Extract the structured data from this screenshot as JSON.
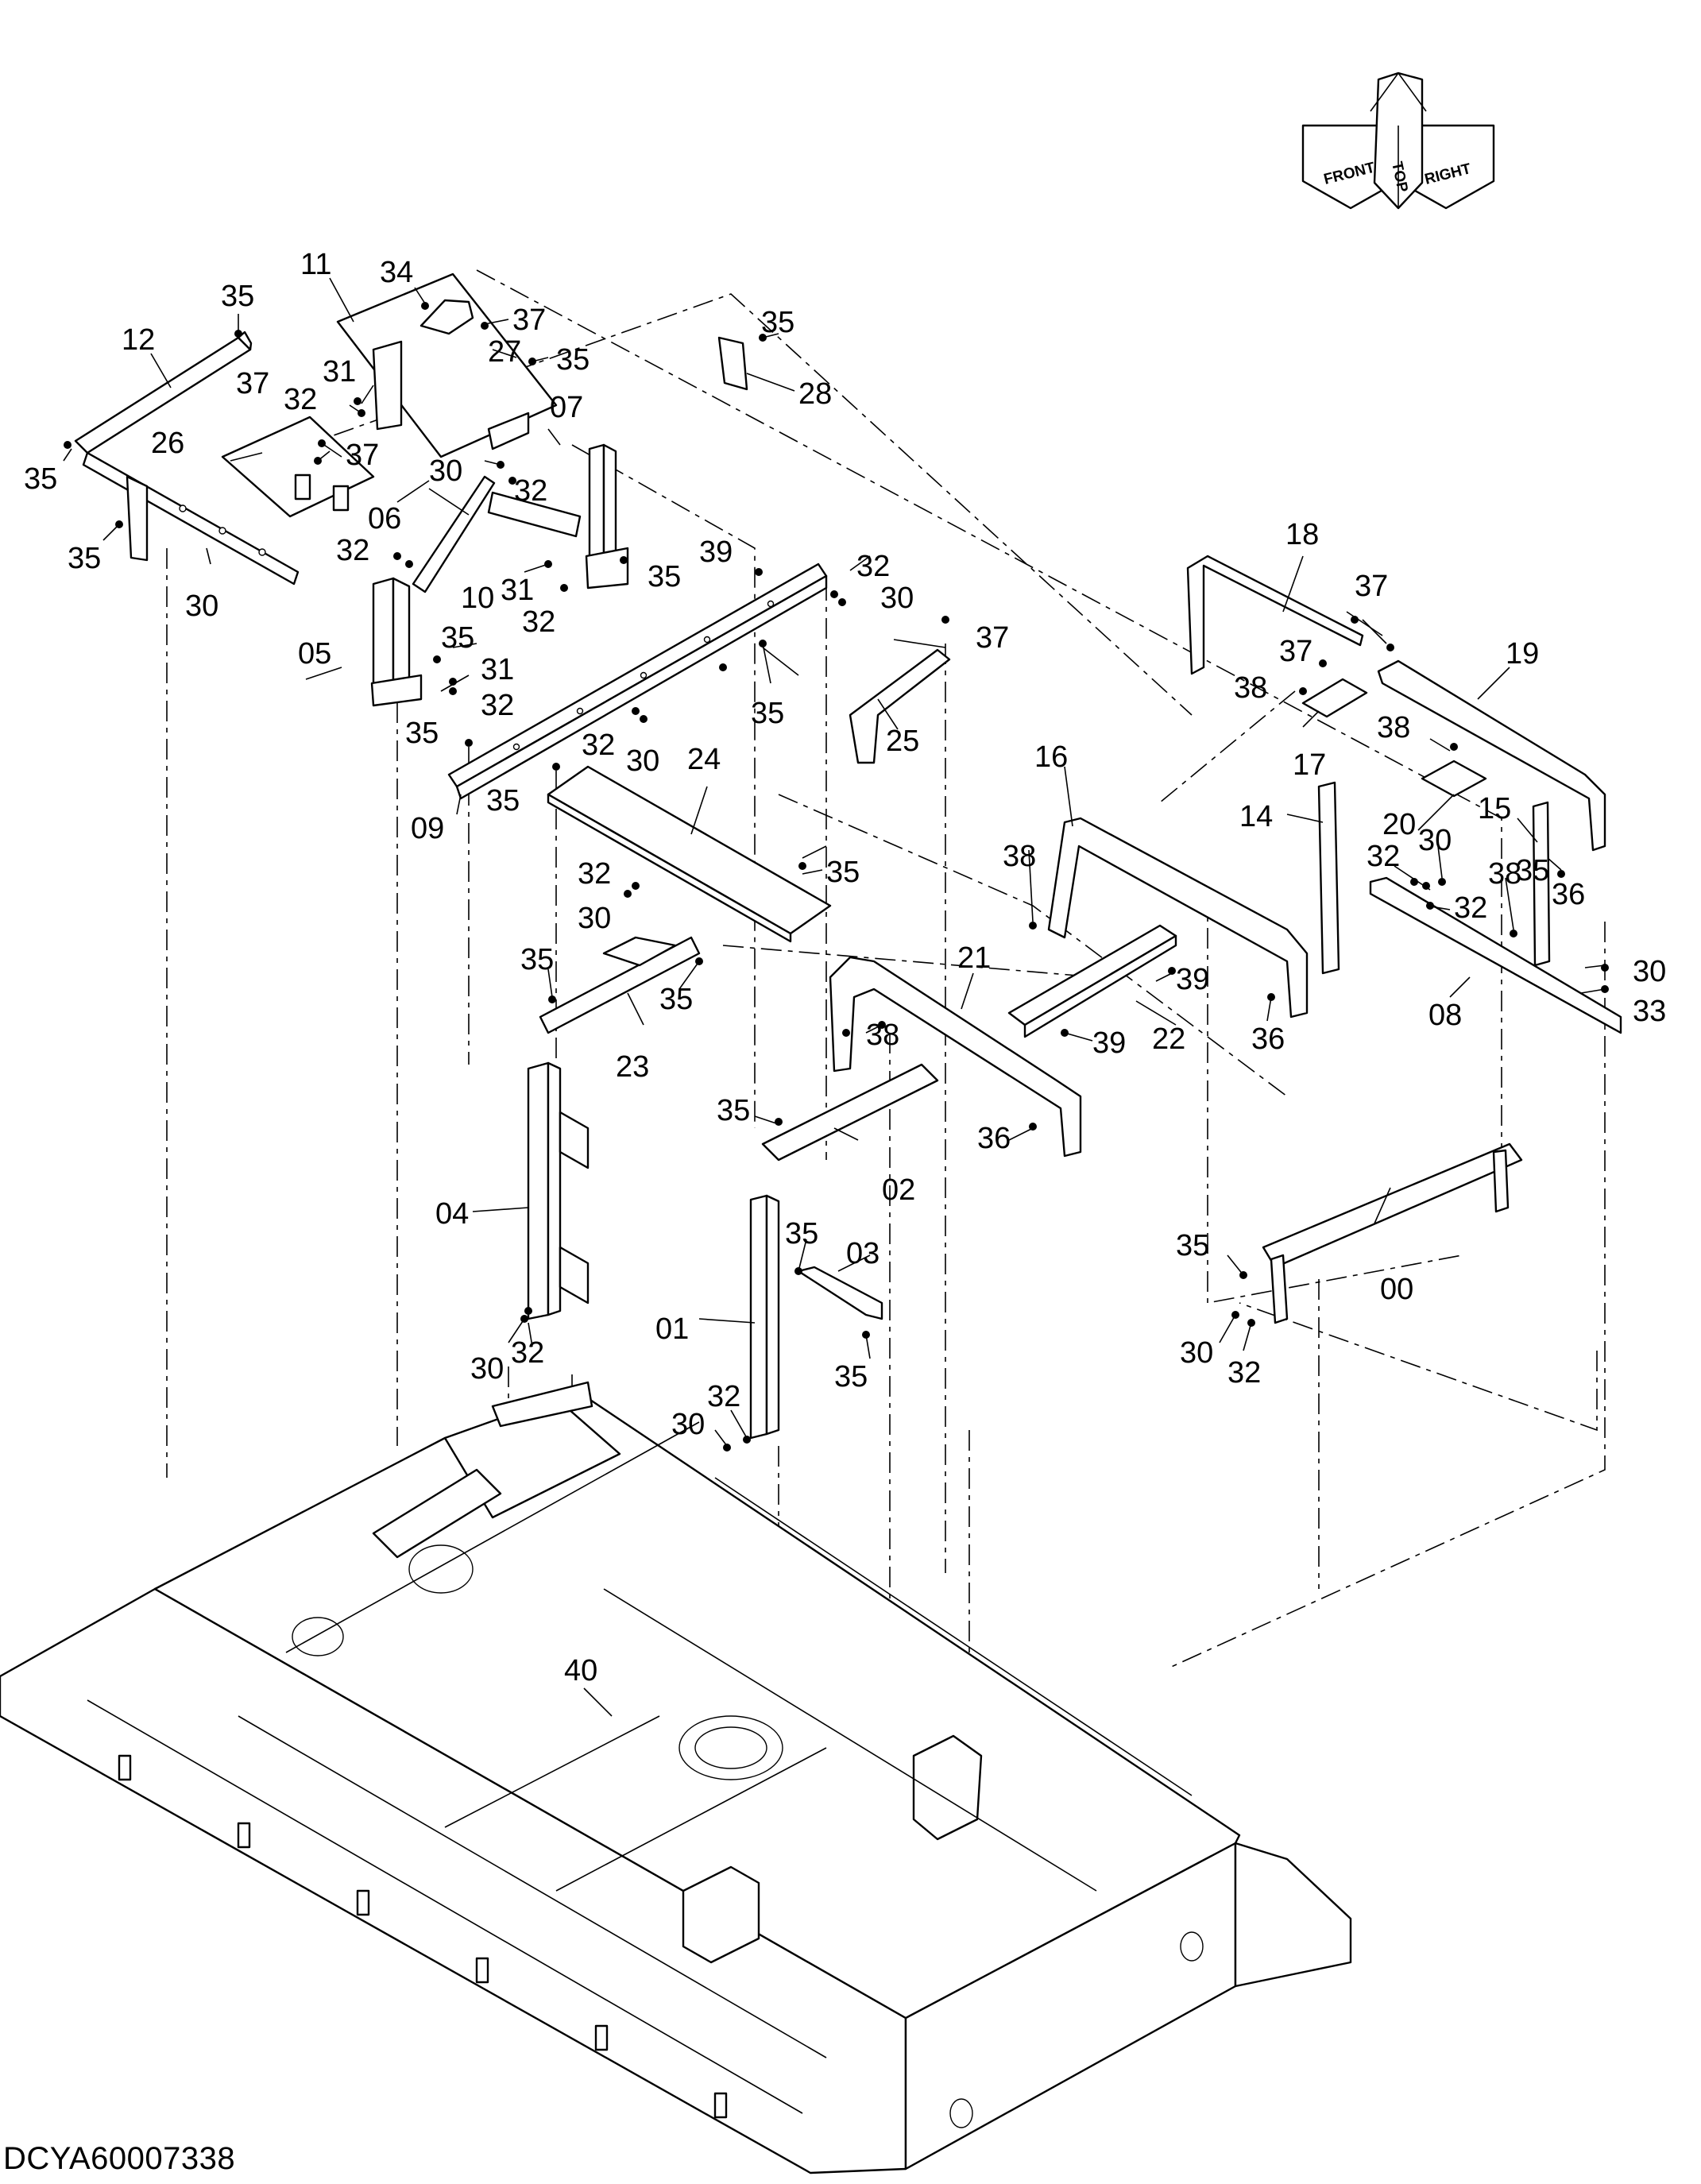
{
  "document_id": "DCYA60007338",
  "compass": {
    "front": "FRONT",
    "top": "TOP",
    "right": "RIGHT"
  },
  "callouts": [
    {
      "id": "c-12",
      "text": "12"
    },
    {
      "id": "c-35a",
      "text": "35"
    },
    {
      "id": "c-11",
      "text": "11"
    },
    {
      "id": "c-34",
      "text": "34"
    },
    {
      "id": "c-37a",
      "text": "37"
    },
    {
      "id": "c-27",
      "text": "27"
    },
    {
      "id": "c-35b",
      "text": "35"
    },
    {
      "id": "c-35c",
      "text": "35"
    },
    {
      "id": "c-28",
      "text": "28"
    },
    {
      "id": "c-37b",
      "text": "37"
    },
    {
      "id": "c-31a",
      "text": "31"
    },
    {
      "id": "c-32a",
      "text": "32"
    },
    {
      "id": "c-26",
      "text": "26"
    },
    {
      "id": "c-37c",
      "text": "37"
    },
    {
      "id": "c-07",
      "text": "07"
    },
    {
      "id": "c-30a",
      "text": "30"
    },
    {
      "id": "c-32b",
      "text": "32"
    },
    {
      "id": "c-35d",
      "text": "35"
    },
    {
      "id": "c-35e",
      "text": "35"
    },
    {
      "id": "c-06",
      "text": "06"
    },
    {
      "id": "c-30b",
      "text": "30"
    },
    {
      "id": "c-32c",
      "text": "32"
    },
    {
      "id": "c-10",
      "text": "10"
    },
    {
      "id": "c-31b",
      "text": "31"
    },
    {
      "id": "c-32d",
      "text": "32"
    },
    {
      "id": "c-35f",
      "text": "35"
    },
    {
      "id": "c-39a",
      "text": "39"
    },
    {
      "id": "c-32e",
      "text": "32"
    },
    {
      "id": "c-30c",
      "text": "30"
    },
    {
      "id": "c-05",
      "text": "05"
    },
    {
      "id": "c-35g",
      "text": "35"
    },
    {
      "id": "c-31c",
      "text": "31"
    },
    {
      "id": "c-32f",
      "text": "32"
    },
    {
      "id": "c-35h",
      "text": "35"
    },
    {
      "id": "c-37d",
      "text": "37"
    },
    {
      "id": "c-25",
      "text": "25"
    },
    {
      "id": "c-35i",
      "text": "35"
    },
    {
      "id": "c-32g",
      "text": "32"
    },
    {
      "id": "c-30d",
      "text": "30"
    },
    {
      "id": "c-09",
      "text": "09"
    },
    {
      "id": "c-24",
      "text": "24"
    },
    {
      "id": "c-35j",
      "text": "35"
    },
    {
      "id": "c-35k",
      "text": "35"
    },
    {
      "id": "c-32h",
      "text": "32"
    },
    {
      "id": "c-30e",
      "text": "30"
    },
    {
      "id": "c-18",
      "text": "18"
    },
    {
      "id": "c-37e",
      "text": "37"
    },
    {
      "id": "c-37f",
      "text": "37"
    },
    {
      "id": "c-19",
      "text": "19"
    },
    {
      "id": "c-38a",
      "text": "38"
    },
    {
      "id": "c-17",
      "text": "17"
    },
    {
      "id": "c-38b",
      "text": "38"
    },
    {
      "id": "c-16",
      "text": "16"
    },
    {
      "id": "c-14",
      "text": "14"
    },
    {
      "id": "c-20",
      "text": "20"
    },
    {
      "id": "c-15",
      "text": "15"
    },
    {
      "id": "c-32i",
      "text": "32"
    },
    {
      "id": "c-30f",
      "text": "30"
    },
    {
      "id": "c-35l",
      "text": "35"
    },
    {
      "id": "c-36a",
      "text": "36"
    },
    {
      "id": "c-38c",
      "text": "38"
    },
    {
      "id": "c-38d",
      "text": "38"
    },
    {
      "id": "c-32j",
      "text": "32"
    },
    {
      "id": "c-30g",
      "text": "30"
    },
    {
      "id": "c-33",
      "text": "33"
    },
    {
      "id": "c-35m",
      "text": "35"
    },
    {
      "id": "c-35n",
      "text": "35"
    },
    {
      "id": "c-23",
      "text": "23"
    },
    {
      "id": "c-21",
      "text": "21"
    },
    {
      "id": "c-39b",
      "text": "39"
    },
    {
      "id": "c-38e",
      "text": "38"
    },
    {
      "id": "c-39c",
      "text": "39"
    },
    {
      "id": "c-22",
      "text": "22"
    },
    {
      "id": "c-36b",
      "text": "36"
    },
    {
      "id": "c-08",
      "text": "08"
    },
    {
      "id": "c-35o",
      "text": "35"
    },
    {
      "id": "c-36c",
      "text": "36"
    },
    {
      "id": "c-02",
      "text": "02"
    },
    {
      "id": "c-04",
      "text": "04"
    },
    {
      "id": "c-35p",
      "text": "35"
    },
    {
      "id": "c-03",
      "text": "03"
    },
    {
      "id": "c-35q",
      "text": "35"
    },
    {
      "id": "c-00",
      "text": "00"
    },
    {
      "id": "c-01",
      "text": "01"
    },
    {
      "id": "c-35r",
      "text": "35"
    },
    {
      "id": "c-30h",
      "text": "30"
    },
    {
      "id": "c-32k",
      "text": "32"
    },
    {
      "id": "c-30i",
      "text": "30"
    },
    {
      "id": "c-32l",
      "text": "32"
    },
    {
      "id": "c-32m",
      "text": "32"
    },
    {
      "id": "c-30j",
      "text": "30"
    },
    {
      "id": "c-40",
      "text": "40"
    }
  ]
}
